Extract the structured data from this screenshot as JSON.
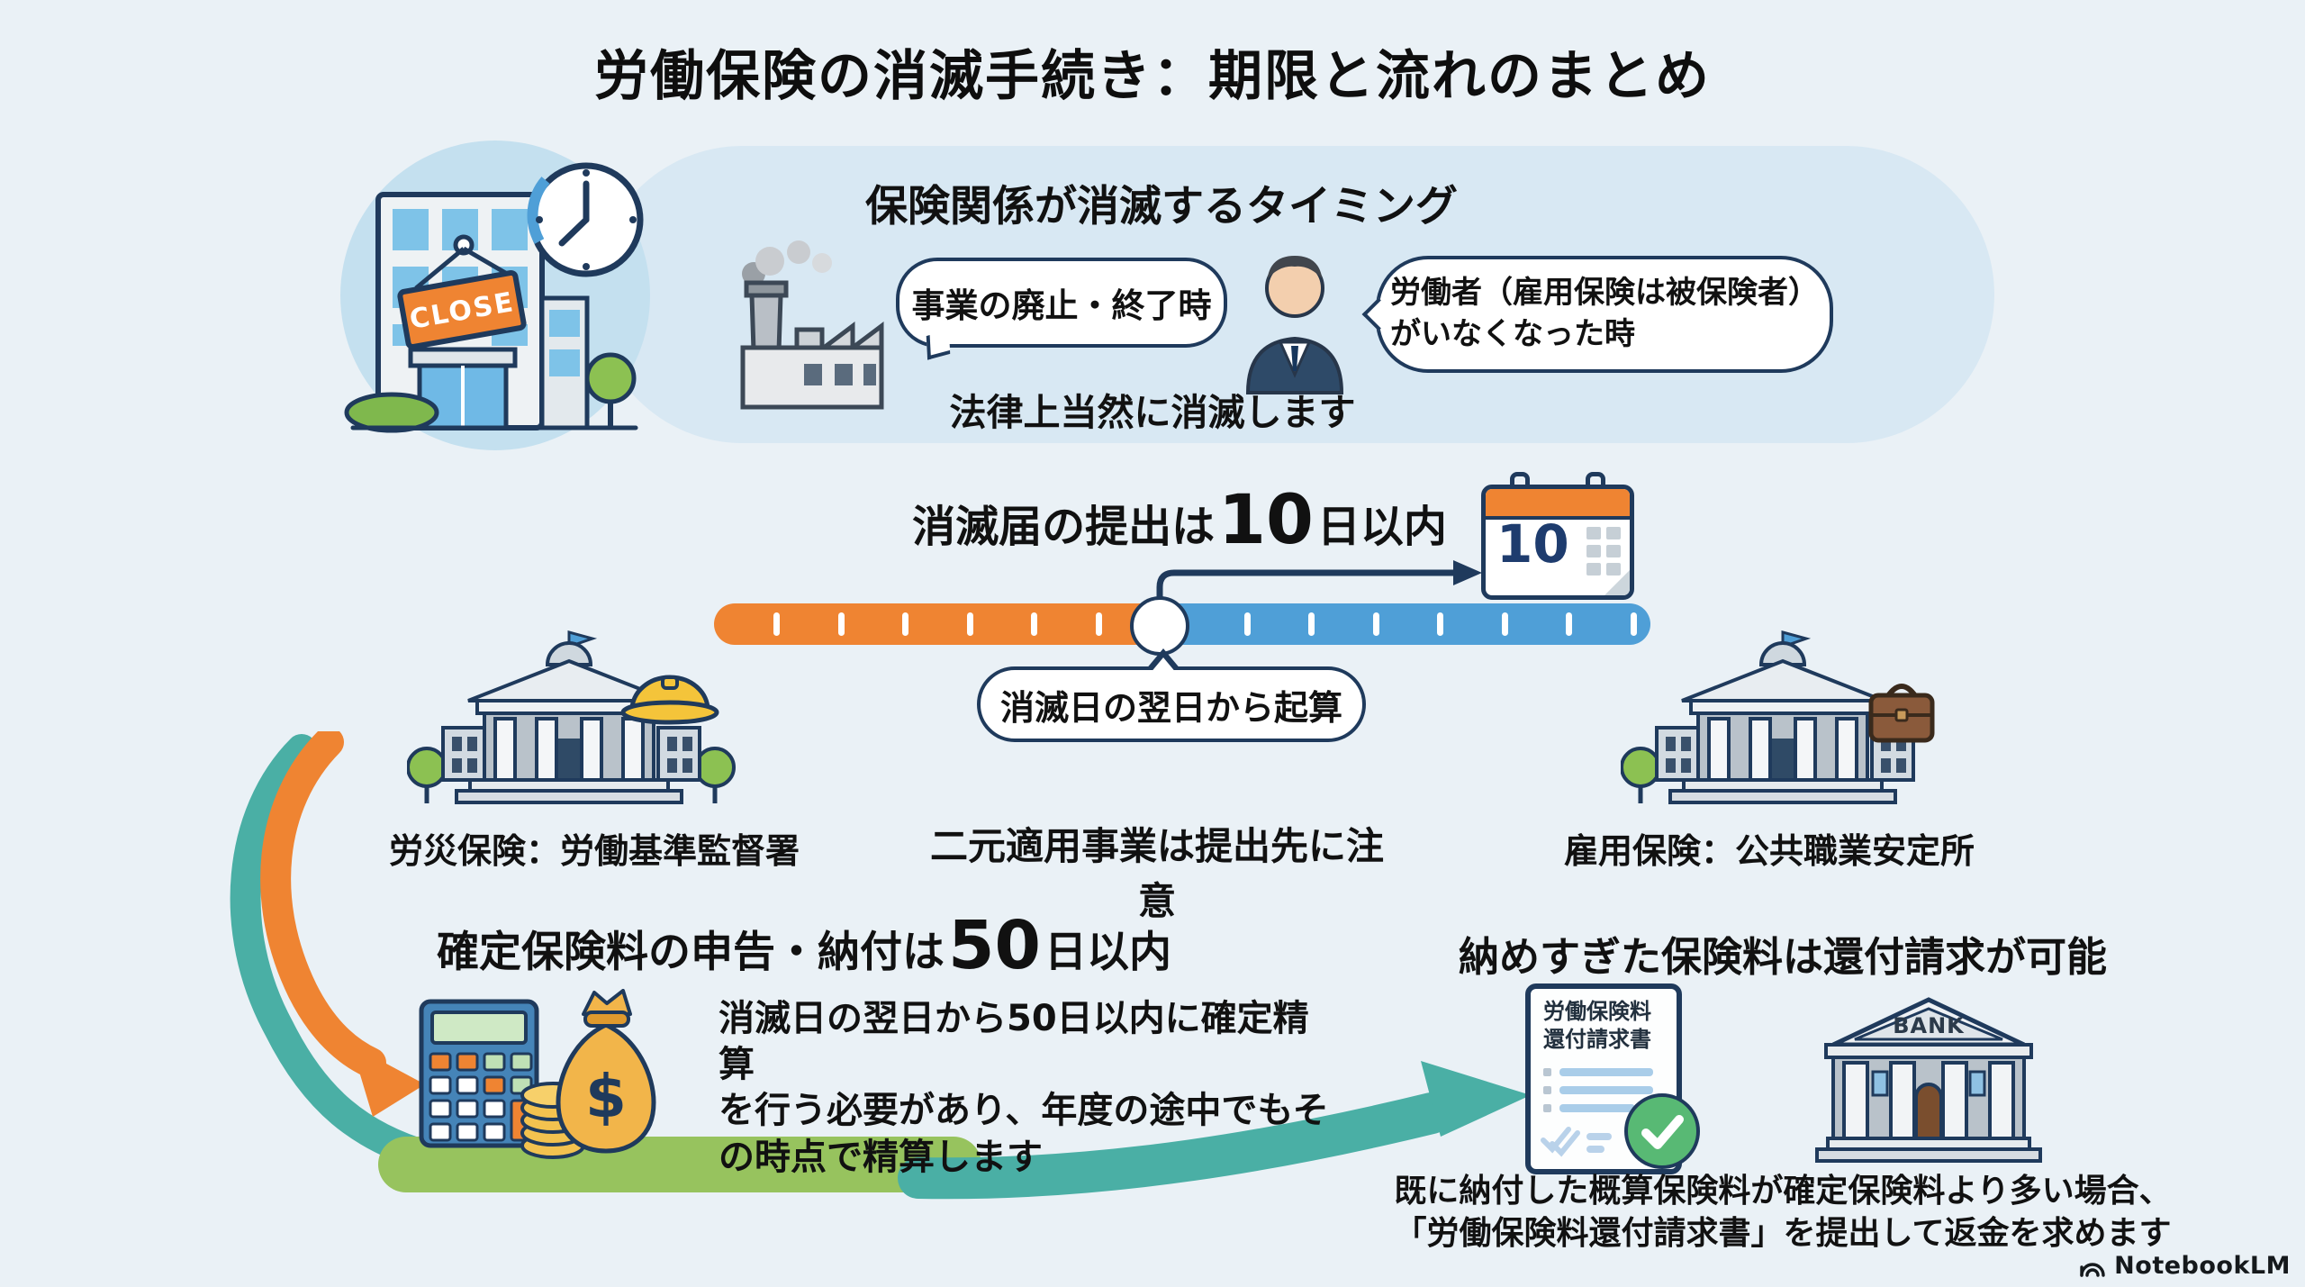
{
  "title": "労働保険の消滅手続き：期限と流れのまとめ",
  "colors": {
    "background": "#eaf1f6",
    "banner": "#d8e8f3",
    "accent_orange": "#ef8432",
    "accent_blue": "#4f9fd7",
    "navy": "#1f3a5c",
    "teal": "#4aafa5",
    "green": "#97c35e",
    "check_green": "#58b974",
    "text": "#111111"
  },
  "timing": {
    "heading": "保険関係が消滅するタイミング",
    "close_sign": "CLOSE",
    "bubble_business": "事業の廃止・終了時",
    "bubble_worker": "労働者（雇用保険は被保険者）\nがいなくなった時",
    "note": "法律上当然に消滅します"
  },
  "notification": {
    "heading_pre": "消滅届の提出は",
    "heading_num": "10",
    "heading_post": "日以内",
    "calendar_day": "10",
    "timeline_note": "消滅日の翌日から起算",
    "accident_office": "労災保険：労働基準監督署",
    "dual_caution": "二元適用事業は提出先に注意",
    "employment_office": "雇用保険：公共職業安定所"
  },
  "settlement": {
    "heading_pre": "確定保険料の申告・納付は",
    "heading_num": "50",
    "heading_post": "日以内",
    "body": "消滅日の翌日から50日以内に確定精算\nを行う必要があり、年度の途中でもそ\nの時点で精算します"
  },
  "refund": {
    "heading": "納めすぎた保険料は還付請求が可能",
    "doc_title": "労働保険料\n還付請求書",
    "bank_sign": "BANK",
    "body": "既に納付した概算保険料が確定保険料より多い場合、\n「労働保険料還付請求書」を提出して返金を求めます"
  },
  "icons": {
    "money_bag_symbol": "$"
  },
  "brand": {
    "name": "NotebookLM"
  }
}
